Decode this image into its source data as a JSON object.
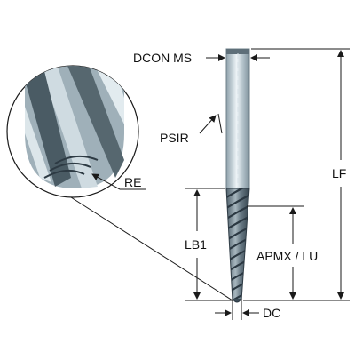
{
  "labels": {
    "dcon_ms": "DCON MS",
    "psir": "PSIR",
    "re": "RE",
    "lb1": "LB1",
    "lf": "LF",
    "apmx_lu": "APMX / LU",
    "dc": "DC"
  },
  "colors": {
    "dimension_line": "#1a1a1a",
    "shank_fill": "#b9c7ce",
    "shank_highlight": "#e6eef2",
    "flute_dark": "#3c4c57",
    "flute_light": "#b3c2ca",
    "background": "#ffffff"
  }
}
